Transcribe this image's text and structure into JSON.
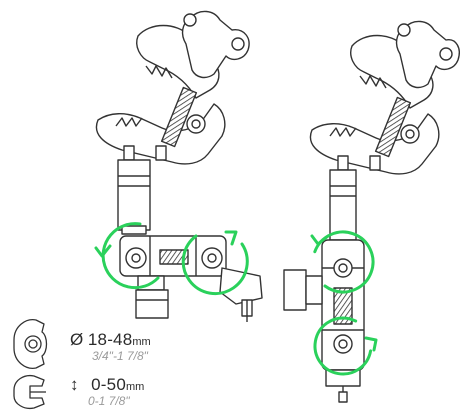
{
  "specs": {
    "clamp_diameter": {
      "symbol": "Ø",
      "metric_range": "18-48",
      "metric_unit": "mm",
      "imperial_range": "3/4\"-1 7/8\""
    },
    "clamp_width": {
      "symbol": "↕",
      "metric_range": "0-50",
      "metric_unit": "mm",
      "imperial_range": "0-1 7/8\""
    }
  },
  "colors": {
    "line": "#333333",
    "rotation_arrow": "#2ad15b",
    "fill": "#ffffff",
    "shade": "#d9d9d9"
  },
  "icons": {
    "left_assembly": "super-clamp-with-two-ball-heads",
    "right_assembly": "super-clamp-with-articulating-arm",
    "spec_icon_1": "clamp-diameter-icon",
    "spec_icon_2": "clamp-opening-icon",
    "rotation": "rotation-arrow-icon"
  }
}
